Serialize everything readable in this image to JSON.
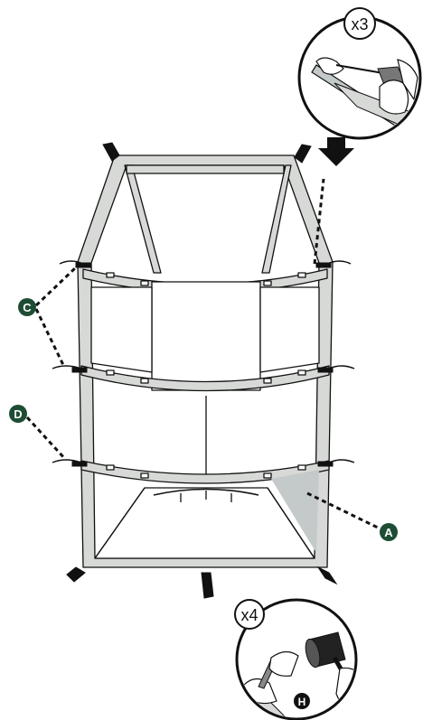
{
  "callouts": {
    "a": "A",
    "c": "C",
    "d": "D",
    "h": "H"
  },
  "insets": {
    "top_multiplier": "x3",
    "bottom_multiplier": "x4"
  },
  "colors": {
    "callout_fill": "#1d4d33",
    "line": "#111111",
    "pole": "#d7d9d6",
    "fabric_shade": "#c4c9c9"
  },
  "icons": {
    "top_inset": "hand-inserting-pole-tip-icon",
    "bottom_inset": "mallet-driving-stake-icon",
    "arrow": "down-arrow-icon"
  }
}
